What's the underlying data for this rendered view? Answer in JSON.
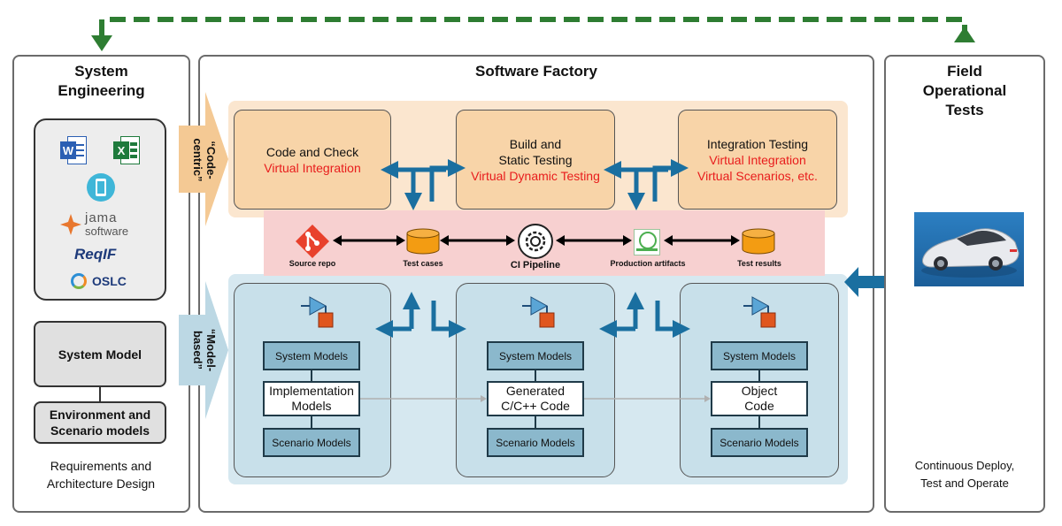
{
  "panels": {
    "system_engineering": {
      "title_line1": "System",
      "title_line2": "Engineering"
    },
    "software_factory": {
      "title": "Software Factory"
    },
    "field_tests": {
      "title_line1": "Field",
      "title_line2": "Operational",
      "title_line3": "Tests"
    }
  },
  "tools": {
    "word_icon": "W",
    "excel_icon": "X",
    "jama_line1": "jama",
    "jama_line2": "software",
    "reqif": "ReqIF",
    "oslc": "OSLC"
  },
  "system_model": "System Model",
  "env_scenario": {
    "line1": "Environment and",
    "line2": "Scenario models"
  },
  "requirements": {
    "line1": "Requirements and",
    "line2": "Architecture Design"
  },
  "field_caption": {
    "line1": "Continuous Deploy,",
    "line2": "Test and Operate"
  },
  "code_centric": {
    "line1": "“Code-",
    "line2": "centric”"
  },
  "model_based": {
    "line1": "“Model-",
    "line2": "based”"
  },
  "code_boxes": [
    {
      "title": "Code and Check",
      "red1": "Virtual Integration"
    },
    {
      "title1": "Build and",
      "title2": "Static Testing",
      "red1": "Virtual Dynamic Testing"
    },
    {
      "title": "Integration Testing",
      "red1": "Virtual Integration",
      "red2": "Virtual Scenarios, etc."
    }
  ],
  "pipeline": {
    "source_repo": "Source repo",
    "test_cases": "Test cases",
    "ci_pipeline": "CI Pipeline",
    "production_artifacts": "Production artifacts",
    "test_results": "Test results"
  },
  "model_columns": [
    {
      "top": "System Models",
      "middle_line1": "Implementation",
      "middle_line2": "Models",
      "bottom": "Scenario Models"
    },
    {
      "top": "System Models",
      "middle_line1": "Generated",
      "middle_line2": "C/C++ Code",
      "bottom": "Scenario Models"
    },
    {
      "top": "System Models",
      "middle_line1": "Object",
      "middle_line2": "Code",
      "bottom": "Scenario Models"
    }
  ],
  "colors": {
    "loop_arrow": "#2e7d32",
    "exchange_arrow": "#1a6fa0",
    "code_band": "#fbe6cf",
    "pipeline_band": "#f7d0d0",
    "model_band": "#d6e8f0",
    "red_text": "#e81c1c"
  }
}
